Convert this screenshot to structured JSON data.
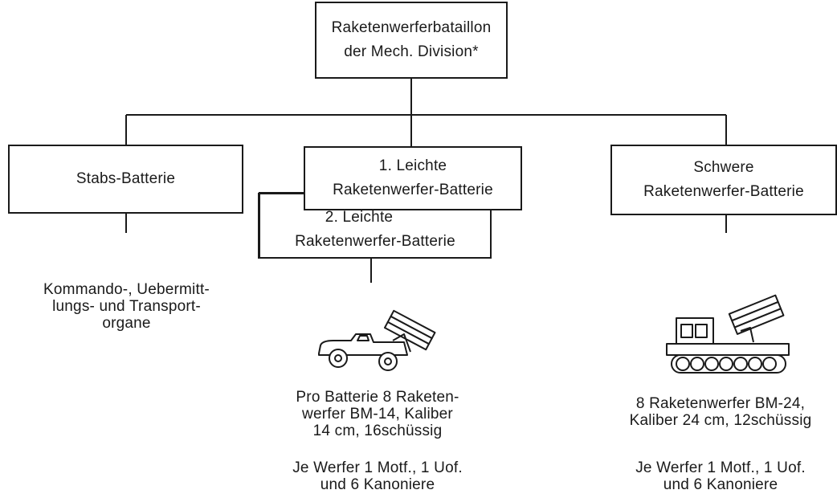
{
  "diagram": {
    "root": {
      "line1": "Raketenwerferbataillon",
      "line2": "der Mech. Division*"
    },
    "stabs": {
      "label": "Stabs-Batterie",
      "note": [
        "Kommando-, Uebermitt-",
        "lungs- und Transport-",
        "organe"
      ]
    },
    "light1": {
      "line1": "1. Leichte",
      "line2": "Raketenwerfer-Batterie"
    },
    "light2": {
      "line1": "2. Leichte",
      "line2": "Raketenwerfer-Batterie",
      "note": [
        "Pro Batterie 8 Raketen-",
        "werfer BM-14, Kaliber",
        "14 cm, 16schüssig"
      ],
      "crew": [
        "Je Werfer 1 Motf., 1 Uof.",
        "und 6 Kanoniere"
      ],
      "vehicle_icon": "wheeled-rocket-launcher-icon"
    },
    "heavy": {
      "line1": "Schwere",
      "line2": "Raketenwerfer-Batterie",
      "note": [
        "8 Raketenwerfer BM-24,",
        "Kaliber 24 cm, 12schüssig"
      ],
      "crew": [
        "Je Werfer 1 Motf., 1 Uof.",
        "und 6 Kanoniere"
      ],
      "vehicle_icon": "tracked-rocket-launcher-icon"
    }
  }
}
